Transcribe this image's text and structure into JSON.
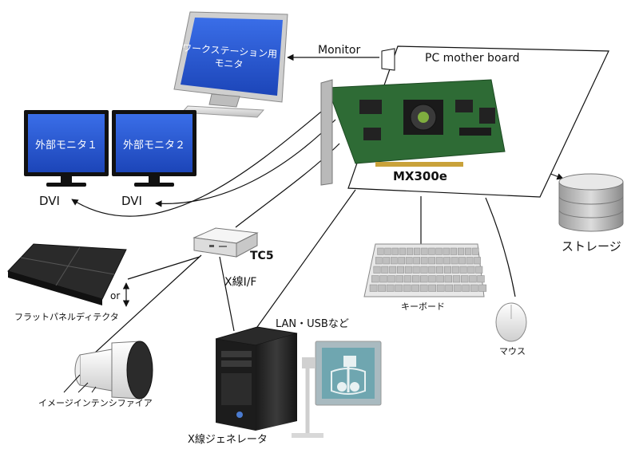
{
  "labels": {
    "workstation_monitor": "ワークステーション用\nモニタ",
    "external_monitor_1": "外部モニタ１",
    "external_monitor_2": "外部モニタ２",
    "dvi_1": "DVI",
    "dvi_2": "DVI",
    "monitor": "Monitor",
    "pc_mother_board": "PC mother board",
    "board_name": "MX300e",
    "storage": "ストレージ",
    "keyboard": "キーボード",
    "mouse": "マウス",
    "tc5": "TC5",
    "xray_if": "X線I/F",
    "lan_usb": "LAN・USBなど",
    "or": "or",
    "flat_panel": "フラットパネルディテクタ",
    "image_intensifier": "イメージインテンシファイア",
    "xray_generator": "X線ジェネレータ"
  },
  "colors": {
    "screen_blue": "#2a5bd7",
    "board_green": "#2e6b35",
    "line": "#111111"
  },
  "icons": [
    "monitor-icon",
    "circuit-board-icon",
    "database-icon",
    "keyboard-icon",
    "mouse-icon",
    "network-box-icon",
    "flat-panel-icon",
    "intensifier-icon",
    "generator-tower-icon",
    "xray-viewer-icon"
  ]
}
